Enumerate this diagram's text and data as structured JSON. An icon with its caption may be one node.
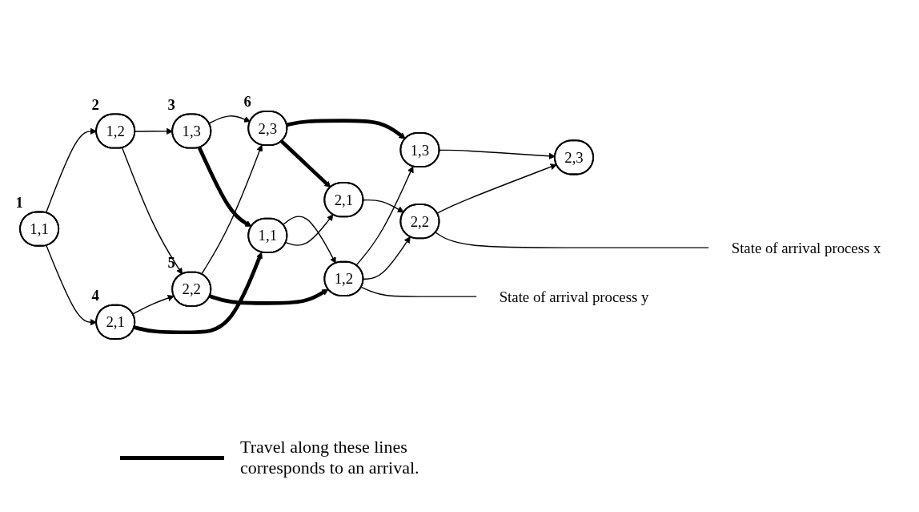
{
  "diagram": {
    "nodes": [
      {
        "text": [
          "1,1"
        ],
        "beside": [
          "1"
        ]
      },
      {
        "text": [
          "1,2"
        ],
        "beside": [
          "2"
        ]
      },
      {
        "text": [
          "1,3"
        ],
        "beside": [
          "3"
        ]
      },
      {
        "text": [
          "2,1"
        ],
        "beside": [
          "4"
        ]
      },
      {
        "text": [
          "2,2"
        ],
        "beside": [
          "5"
        ]
      },
      {
        "text": [
          "2,3"
        ],
        "beside": [
          "6"
        ]
      },
      {
        "text": [
          "1,1"
        ]
      },
      {
        "text": [
          "1,2"
        ]
      },
      {
        "text": [
          "1,3"
        ]
      },
      {
        "text": [
          "2,1"
        ]
      },
      {
        "text": [
          "2,2"
        ]
      },
      {
        "text": [
          "2,3"
        ]
      },
      {
        "text": [
          "State of arrival process y"
        ]
      },
      {
        "text": [
          "State of arrival process x"
        ]
      }
    ],
    "edges": [
      {
        "from": 0,
        "to": 1,
        "arrow": "to"
      },
      {
        "from": 1,
        "to": 2,
        "arrow": "to"
      },
      {
        "from": 0,
        "to": 3,
        "arrow": "to"
      },
      {
        "from": 1,
        "to": 4,
        "arrow": "to"
      },
      {
        "from": 2,
        "to": 5,
        "arrow": "to"
      },
      {
        "from": 3,
        "to": 4,
        "arrow": "to"
      },
      {
        "from": 4,
        "to": 5,
        "arrow": "to"
      },
      {
        "from": 6,
        "to": 7,
        "arrow": "to"
      },
      {
        "from": 7,
        "to": 8,
        "arrow": "to"
      },
      {
        "from": 6,
        "to": 9,
        "arrow": "to"
      },
      {
        "from": 7,
        "to": 10,
        "arrow": "to"
      },
      {
        "from": 8,
        "to": 11,
        "arrow": "to"
      },
      {
        "from": 9,
        "to": 10,
        "arrow": "to"
      },
      {
        "from": 10,
        "to": 11,
        "arrow": "to"
      },
      {
        "from": 2,
        "to": 6,
        "arrow": "to",
        "style": "thick"
      },
      {
        "from": 3,
        "to": 6,
        "arrow": "to",
        "style": "thick"
      },
      {
        "from": 4,
        "to": 7,
        "arrow": "to",
        "style": "thick"
      },
      {
        "from": 5,
        "to": 8,
        "arrow": "to",
        "style": "thick"
      },
      {
        "from": 5,
        "to": 9,
        "arrow": "to",
        "style": "thick"
      },
      {
        "from": 12,
        "to": 7,
        "arrow": "none"
      },
      {
        "from": 13,
        "to": 10,
        "arrow": "none"
      }
    ],
    "legend": [
      {
        "text": "Travel along these lines corresponds to an arrival."
      }
    ]
  }
}
